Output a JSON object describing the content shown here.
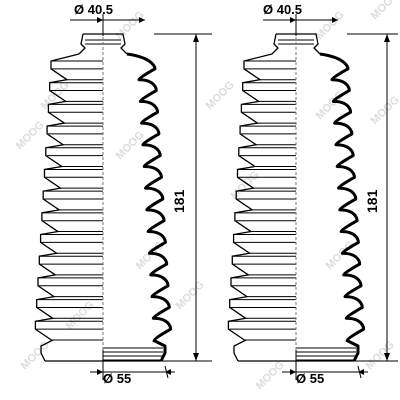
{
  "watermark": "MOOG",
  "boots": [
    {
      "id": "left",
      "top_diameter": "Ø 40.5",
      "bottom_diameter": "Ø 55",
      "length": "181"
    },
    {
      "id": "right",
      "top_diameter": "Ø 40.5",
      "bottom_diameter": "Ø 55",
      "length": "181"
    }
  ]
}
